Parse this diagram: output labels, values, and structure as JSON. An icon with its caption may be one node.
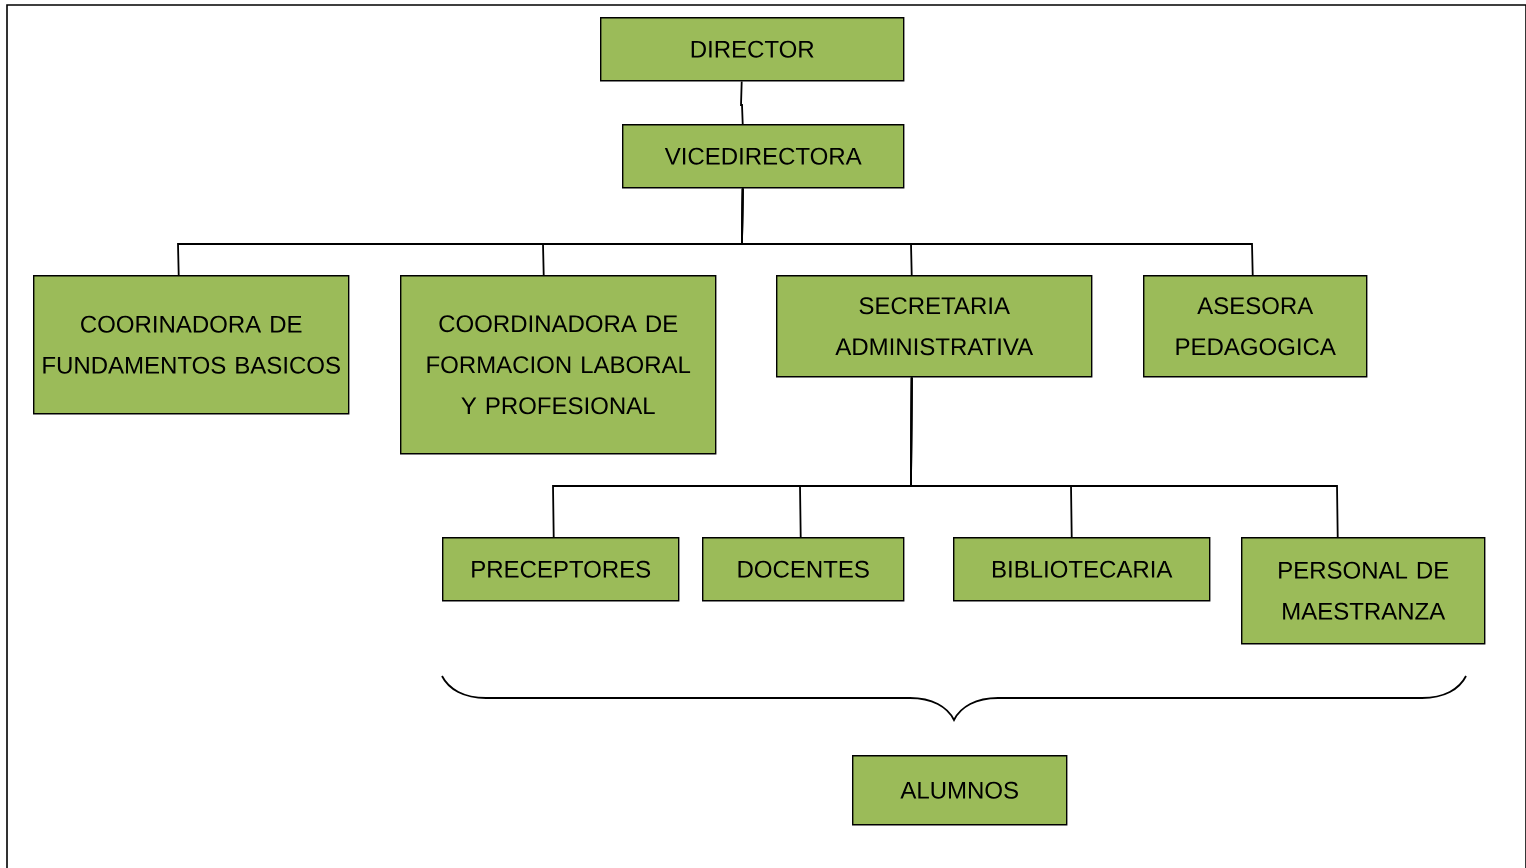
{
  "diagram": {
    "nodes": [
      {
        "text": [
          "DIRECTOR"
        ]
      },
      {
        "text": [
          "VICEDIRECTORA"
        ]
      },
      {
        "text": [
          "COORINADORA DE FUNDAMENTOS BASICOS"
        ]
      },
      {
        "text": [
          "COORDINADORA DE FORMACION LABORAL Y PROFESIONAL"
        ]
      },
      {
        "text": [
          "SECRETARIA ADMINISTRATIVA"
        ]
      },
      {
        "text": [
          "ASESORA PEDAGOGICA"
        ]
      },
      {
        "text": [
          "PRECEPTORES"
        ]
      },
      {
        "text": [
          "DOCENTES"
        ]
      },
      {
        "text": [
          "BIBLIOTECARIA"
        ]
      },
      {
        "text": [
          "PERSONAL DE MAESTRANZA"
        ]
      },
      {
        "text": [
          "ALUMNOS"
        ]
      }
    ],
    "edges": [
      {
        "from": 0,
        "to": 1,
        "arrow": "none"
      },
      {
        "from": 1,
        "to": 2,
        "arrow": "none"
      },
      {
        "from": 1,
        "to": 3,
        "arrow": "none"
      },
      {
        "from": 1,
        "to": 4,
        "arrow": "none"
      },
      {
        "from": 1,
        "to": 5,
        "arrow": "none"
      },
      {
        "from": 4,
        "to": 6,
        "arrow": "none"
      },
      {
        "from": 4,
        "to": 7,
        "arrow": "none"
      },
      {
        "from": 4,
        "to": 8,
        "arrow": "none"
      },
      {
        "from": 4,
        "to": 9,
        "arrow": "none"
      }
    ]
  }
}
